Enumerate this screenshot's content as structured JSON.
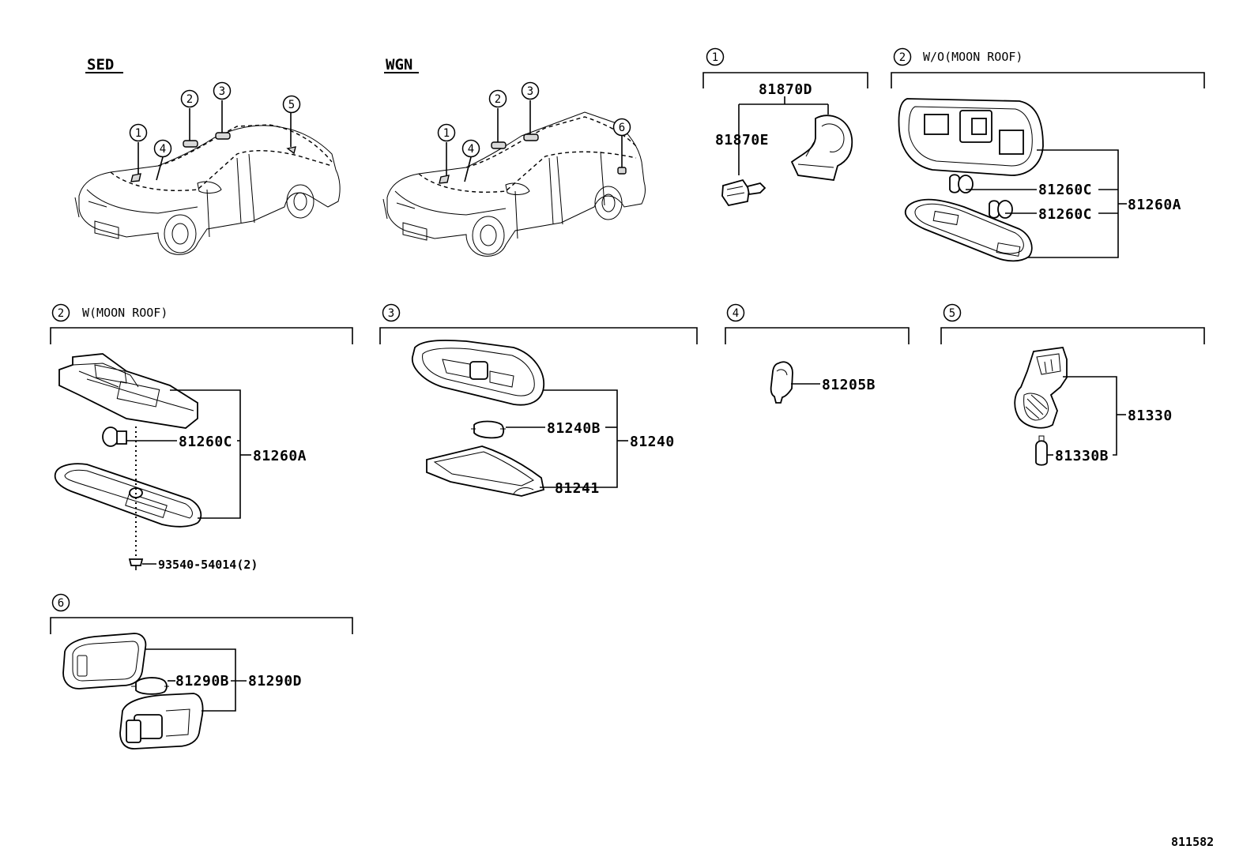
{
  "headers": {
    "sed": "SED",
    "wgn": "WGN"
  },
  "callout_numbers": {
    "c1": "1",
    "c2": "2",
    "c3": "3",
    "c4": "4",
    "c5": "5",
    "c6": "6"
  },
  "sections": {
    "s1": {
      "number": "1",
      "sublabel": ""
    },
    "s2a": {
      "number": "2",
      "sublabel": "W/O(MOON ROOF)"
    },
    "s2b": {
      "number": "2",
      "sublabel": "W(MOON ROOF)"
    },
    "s3": {
      "number": "3",
      "sublabel": ""
    },
    "s4": {
      "number": "4",
      "sublabel": ""
    },
    "s5": {
      "number": "5",
      "sublabel": ""
    },
    "s6": {
      "number": "6",
      "sublabel": ""
    }
  },
  "parts": {
    "p81870D": "81870D",
    "p81870E": "81870E",
    "p81260C_1": "81260C",
    "p81260C_2": "81260C",
    "p81260A_1": "81260A",
    "p81260C_3": "81260C",
    "p81260A_2": "81260A",
    "p93540": "93540-54014(2)",
    "p81240B": "81240B",
    "p81240": "81240",
    "p81241": "81241",
    "p81205B": "81205B",
    "p81330": "81330",
    "p81330B": "81330B",
    "p81290B": "81290B",
    "p81290D": "81290D"
  },
  "diagram_id": "811582"
}
